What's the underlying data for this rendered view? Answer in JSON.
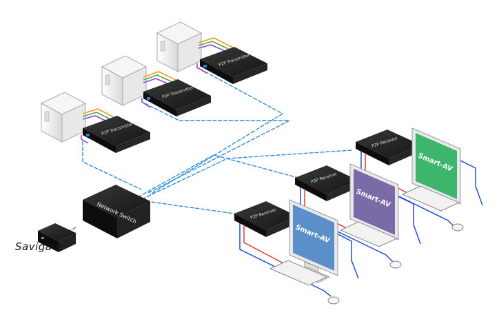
{
  "labels": {
    "savigate": "Savigate",
    "network_switch": "Network Switch",
    "transmitter": "P2P Transmitter",
    "receiver": "P2P Receiver",
    "screen_logo": "Smart-AV"
  },
  "colors": {
    "ethernet": "#2b8be0",
    "dvi_orange": "#f39a1e",
    "usb_green": "#4cae3f",
    "audio_purple": "#9b3fd6",
    "video_red": "#e53935",
    "usb_blue": "#1f4fd8",
    "screen_blue": "#5b8fc9",
    "screen_purple": "#7b6aa8",
    "screen_green": "#3db56c",
    "device_black": "#1a1a1a"
  }
}
